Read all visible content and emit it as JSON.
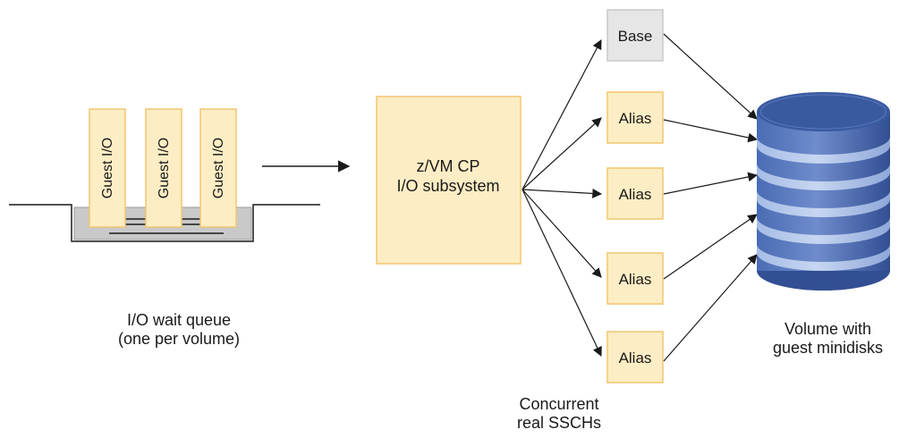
{
  "queue": {
    "guest_io_labels": [
      "Guest I/O",
      "Guest I/O",
      "Guest I/O"
    ],
    "caption_line1": "I/O wait queue",
    "caption_line2": "(one per volume)"
  },
  "subsystem": {
    "line1": "z/VM CP",
    "line2": "I/O subsystem"
  },
  "devices": [
    {
      "label": "Base",
      "kind": "base"
    },
    {
      "label": "Alias",
      "kind": "alias"
    },
    {
      "label": "Alias",
      "kind": "alias"
    },
    {
      "label": "Alias",
      "kind": "alias"
    },
    {
      "label": "Alias",
      "kind": "alias"
    }
  ],
  "concurrent_caption": {
    "line1": "Concurrent",
    "line2": "real SSCHs"
  },
  "volume": {
    "caption_line1": "Volume with",
    "caption_line2": "guest minidisks"
  },
  "colors": {
    "io_box_fill": "#fdedc4",
    "io_box_stroke": "#f2c66e",
    "base_fill": "#e6e6e6",
    "base_stroke": "#c9c9c9",
    "tray_fill": "#c9c9c9",
    "disk_dark": "#3a5aa0",
    "disk_light": "#9fb9e6",
    "arrow": "#1a1a1a"
  }
}
